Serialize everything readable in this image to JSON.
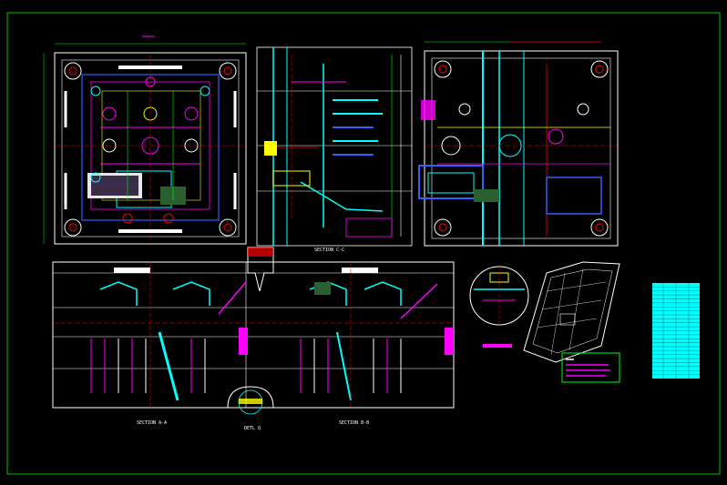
{
  "sheet": {
    "background": "#000000",
    "border_color": "#00c000"
  },
  "palette": {
    "white": "#ffffff",
    "cyan": "#00ffff",
    "magenta": "#ff00ff",
    "red": "#ff0000",
    "green": "#00ff00",
    "yellow": "#ffff00",
    "blue": "#3060ff"
  },
  "labels": {
    "section_aa": "SECTION A-A",
    "section_bb": "SECTION B-B",
    "section_cc": "SECTION C-C",
    "detail_q": "DETL Q"
  },
  "parts_table": {
    "fill": "#00ffff",
    "rows": 24
  }
}
